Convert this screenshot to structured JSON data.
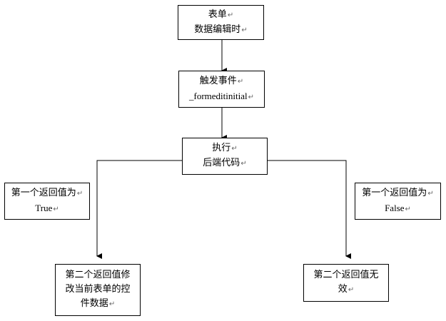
{
  "nodes": {
    "form_edit": {
      "line1": "表单",
      "line2": "数据编辑时"
    },
    "trigger": {
      "line1": "触发事件",
      "line2": "_formeditinitial"
    },
    "execute": {
      "line1": "执行",
      "line2": "后端代码"
    },
    "first_true": {
      "line1": "第一个返回值为",
      "line2": "True"
    },
    "first_false": {
      "line1": "第一个返回值为",
      "line2": "False"
    },
    "second_modify": {
      "line1": "第二个返回值修",
      "line2": "改当前表单的控",
      "line3": "件数据"
    },
    "second_invalid": {
      "line1": "第二个返回值无",
      "line2": "效"
    }
  },
  "return_mark": "↵",
  "colors": {
    "line": "#000000",
    "background": "#ffffff"
  }
}
